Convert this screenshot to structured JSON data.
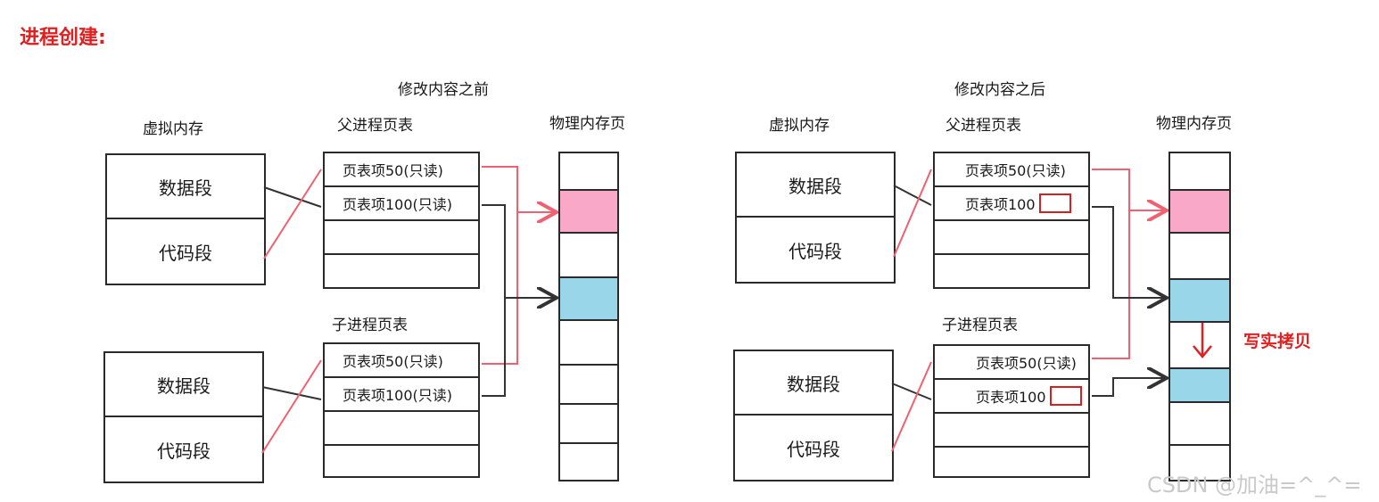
{
  "heading": "进程创建:",
  "colors": {
    "pink": "#f9a8c8",
    "blue": "#9ad6ea",
    "red_line": "#f06070",
    "red_mark": "#e02020"
  },
  "before": {
    "caption": "修改内容之前",
    "vm_label": "虚拟内存",
    "parent_pt_label": "父进程页表",
    "child_pt_label": "子进程页表",
    "phys_label": "物理内存页",
    "parent_vm": {
      "data": "数据段",
      "code": "代码段"
    },
    "child_vm": {
      "data": "数据段",
      "code": "代码段"
    },
    "parent_pt": {
      "row1": "页表项50(只读)",
      "row2": "页表项100(只读)"
    },
    "child_pt": {
      "row1": "页表项50(只读)",
      "row2": "页表项100(只读)"
    }
  },
  "after": {
    "caption": "修改内容之后",
    "vm_label": "虚拟内存",
    "parent_pt_label": "父进程页表",
    "child_pt_label": "子进程页表",
    "phys_label": "物理内存页",
    "parent_vm": {
      "data": "数据段",
      "code": "代码段"
    },
    "child_vm": {
      "data": "数据段",
      "code": "代码段"
    },
    "parent_pt": {
      "row1": "页表项50(只读)",
      "row2": "页表项100"
    },
    "child_pt": {
      "row1": "页表项50(只读)",
      "row2": "页表项100"
    },
    "copy_on_write": "写实拷贝"
  },
  "watermark": "CSDN @加油=^_^="
}
